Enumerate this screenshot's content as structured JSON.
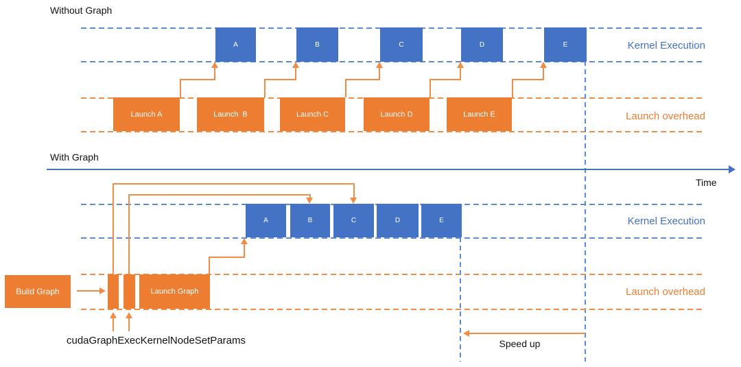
{
  "colors": {
    "kernel_blue": "#4472C4",
    "dashed_blue": "#5B8BD5",
    "launch_orange": "#ED7D31",
    "arrow_orange": "#EF8C46",
    "text": "#1A1A1A"
  },
  "axis": {
    "time_label": "Time"
  },
  "without_graph": {
    "title": "Without Graph",
    "kernel_lane_label": "Kernel Execution",
    "launch_lane_label": "Launch overhead",
    "kernels": [
      "A",
      "B",
      "C",
      "D",
      "E"
    ],
    "launches": [
      "Launch A",
      "Launch  B",
      "Launch C",
      "Launch D",
      "Launch E"
    ]
  },
  "with_graph": {
    "title": "With Graph",
    "kernel_lane_label": "Kernel Execution",
    "launch_lane_label": "Launch overhead",
    "kernels": [
      "A",
      "B",
      "C",
      "D",
      "E"
    ],
    "build_graph_label": "Build Graph",
    "launch_graph_label": "Launch Graph",
    "api_call_label": "cudaGraphExecKernelNodeSetParams",
    "speed_up_label": "Speed up"
  }
}
